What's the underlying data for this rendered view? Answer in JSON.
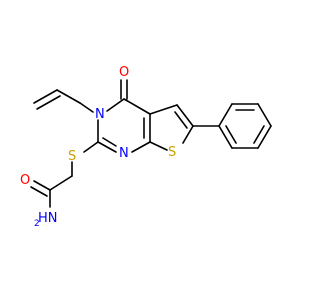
{
  "molecule": {
    "atoms": {
      "O": "O",
      "N": "N",
      "N_ring": "N",
      "S_thio": "S",
      "S_ring": "S",
      "NH2_N": "N",
      "NH2_H": "H",
      "amide_O": "O"
    },
    "colors": {
      "bond": "#000000",
      "oxygen": "#ff0000",
      "nitrogen": "#0000ff",
      "sulfur": "#c8a000"
    }
  }
}
